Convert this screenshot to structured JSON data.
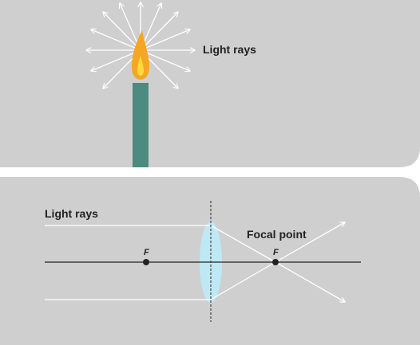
{
  "panel_top": {
    "rays_label": "Light rays"
  },
  "panel_bottom": {
    "rays_label": "Light rays",
    "focal_label": "Focal point",
    "focus_left_label": "F",
    "focus_right_label": "F"
  },
  "colors": {
    "panel_bg": "#cfcfcf",
    "ray": "#ffffff",
    "candle": "#4d8b80",
    "flame_outer": "#f5a623",
    "flame_inner": "#ffd93d",
    "lens_fill": "#bfe8f5",
    "axis": "#222222"
  }
}
